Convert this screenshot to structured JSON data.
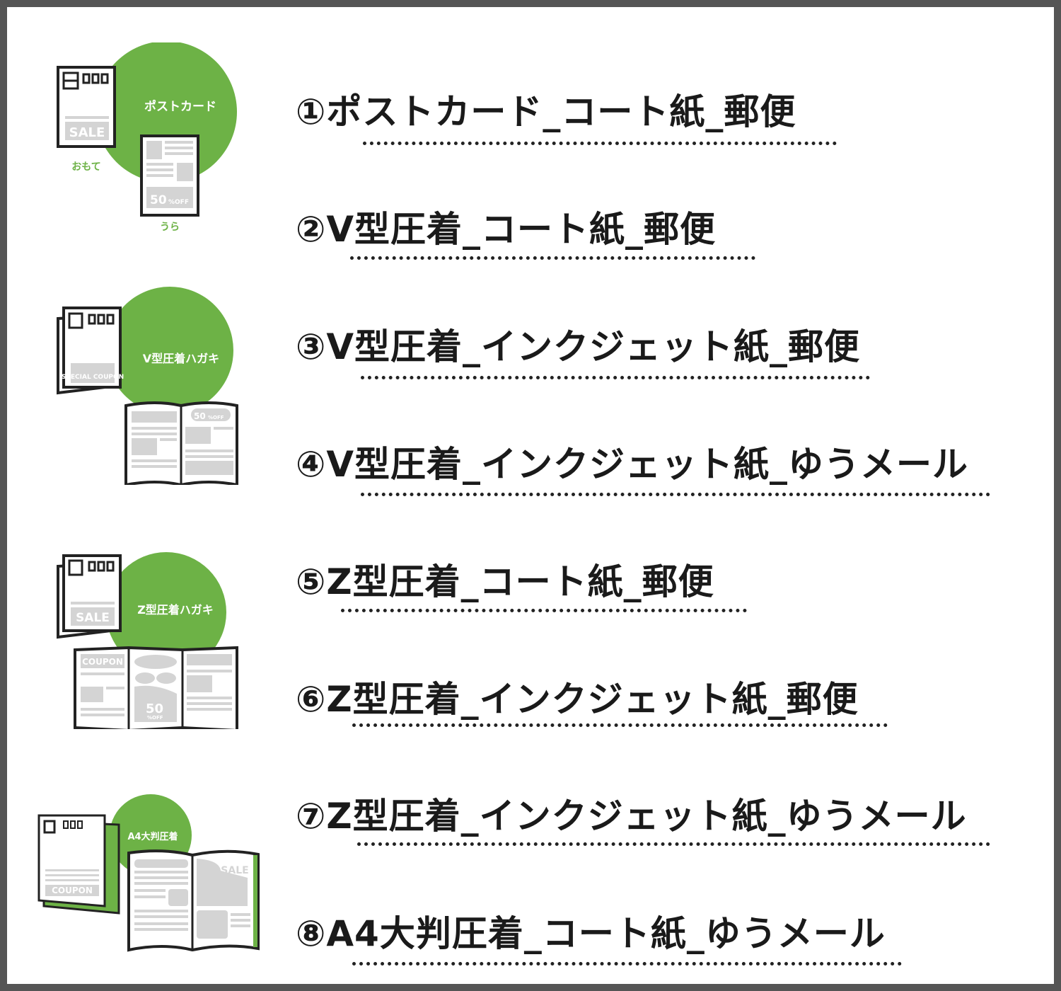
{
  "colors": {
    "accent": "#6db246",
    "frame": "#555555",
    "placeholder": "#d4d4d4"
  },
  "items": [
    "①ポストカード_コート紙_郵便",
    "②V型圧着_コート紙_郵便",
    "③V型圧着_インクジェット紙_郵便",
    "④V型圧着_インクジェット紙_ゆうメール",
    "⑤Z型圧着_コート紙_郵便",
    "⑥Z型圧着_インクジェット紙_郵便",
    "⑦Z型圧着_インクジェット紙_ゆうメール",
    "⑧A4大判圧着_コート紙_ゆうメール"
  ],
  "illustrations": {
    "postcard": {
      "title": "ポストカード",
      "front": "おもて",
      "back": "うら",
      "sale": "SALE",
      "discount": "50",
      "discount_unit": "%OFF",
      "postal": "000"
    },
    "v_type": {
      "title": "V型圧着ハガキ",
      "coupon": "SPECIAL COUPON",
      "discount": "50",
      "discount_unit": "%OFF",
      "postal": "000"
    },
    "z_type": {
      "title": "Z型圧着ハガキ",
      "sale": "SALE",
      "coupon": "COUPON",
      "discount": "50",
      "discount_unit": "%OFF",
      "postal": "000"
    },
    "a4": {
      "title": "A4大判圧着",
      "coupon": "COUPON",
      "sale": "SALE",
      "postal": "000"
    }
  }
}
